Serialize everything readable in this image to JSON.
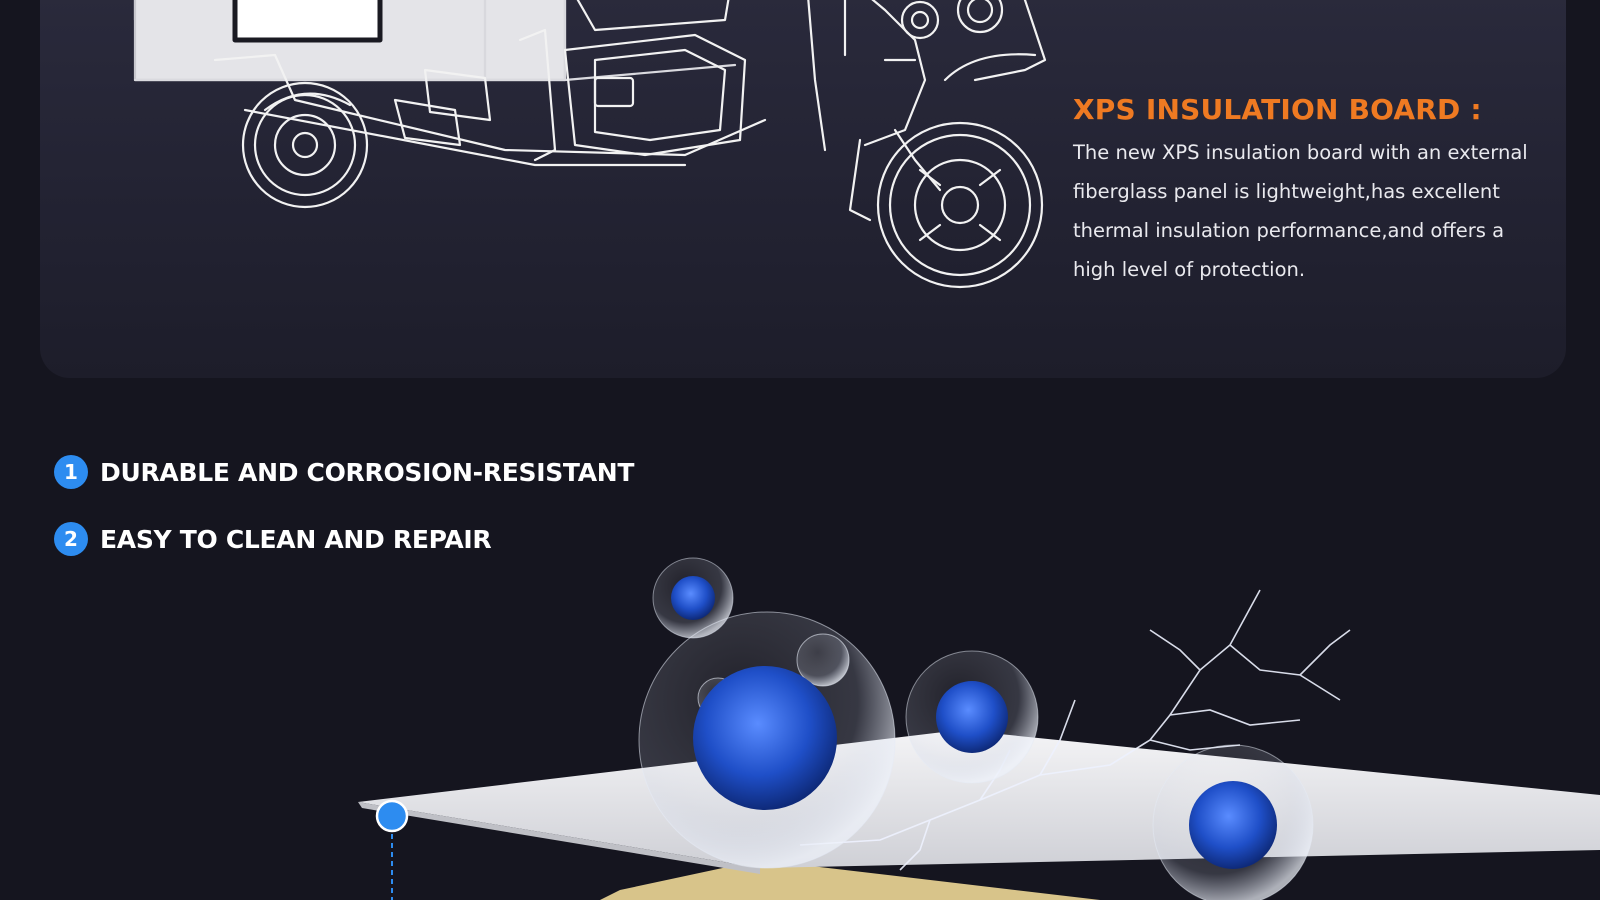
{
  "feature": {
    "title": "XPS INSULATION BOARD :",
    "description": "The new XPS insulation board with an external fiberglass panel is lightweight,has excellent thermal insulation performance,and offers a high level of protection."
  },
  "bullets": [
    {
      "number": "1",
      "label": "DURABLE AND CORROSION-RESISTANT"
    },
    {
      "number": "2",
      "label": "EASY TO CLEAN AND REPAIR"
    }
  ],
  "colors": {
    "accent_orange": "#ef7a22",
    "accent_blue": "#2d8cf0",
    "background": "#15151f",
    "card": "#262636"
  },
  "icons": {
    "number_badge": "circle-number-badge",
    "marker": "blue-dot-marker"
  }
}
